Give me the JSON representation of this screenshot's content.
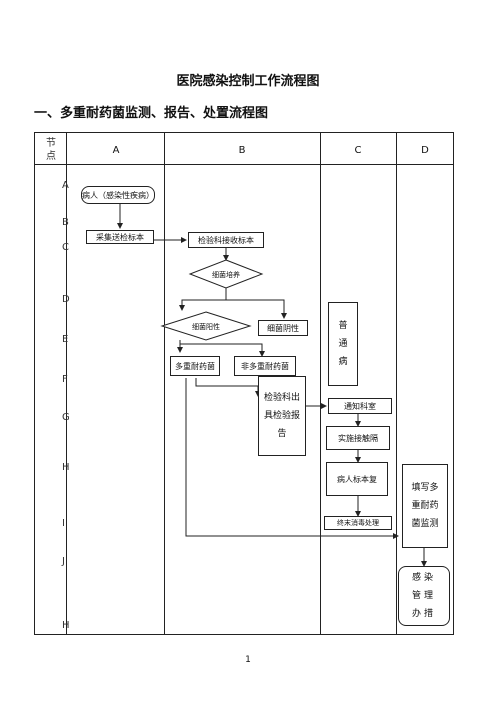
{
  "title": "医院感染控制工作流程图",
  "subtitle": "一、多重耐药菌监测、报告、处置流程图",
  "table": {
    "node_header": "节\n点",
    "columns": [
      "A",
      "B",
      "C",
      "D"
    ],
    "rows": [
      "A",
      "B",
      "C",
      "D",
      "E",
      "F",
      "G",
      "H",
      "I",
      "J",
      "H"
    ]
  },
  "flow": {
    "patient": "病人（感染性疾病）",
    "send_specimen": "采集送检标本",
    "lab_receive": "检验科接收标本",
    "culture_decision": "细菌培养",
    "positive_decision": "细菌阳性",
    "negative": "细菌阴性",
    "mdro": "多重耐药菌",
    "non_mdro": "非多重耐药菌",
    "lab_report": "检验科出具检验报告",
    "normal_patient": "普通病",
    "isolation_notice": "通知科室",
    "isolation": "实施接触隔",
    "patient_mark": "病人标本复",
    "terminal_disinfection": "终末消毒处理",
    "fill_monitor": "填写多重耐药菌监测",
    "infection_mgmt": "感染管理办措"
  },
  "page_number": "1"
}
